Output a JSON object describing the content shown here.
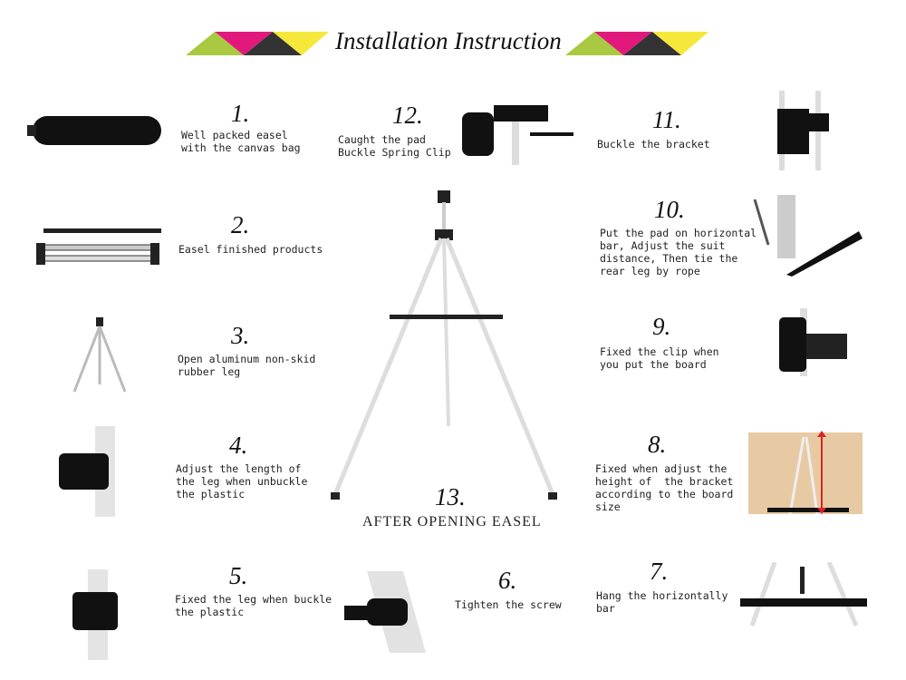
{
  "title": "Installation Instruction",
  "colors": {
    "green": "#a8c940",
    "magenta": "#e2197c",
    "dark": "#333333",
    "yellow": "#f5e83a"
  },
  "steps": [
    {
      "num": "1.",
      "text": "Well packed easel\nwith the canvas bag"
    },
    {
      "num": "2.",
      "text": "Easel finished products"
    },
    {
      "num": "3.",
      "text": "Open aluminum non-skid\nrubber leg"
    },
    {
      "num": "4.",
      "text": "Adjust the length of\nthe leg when unbuckle\nthe plastic"
    },
    {
      "num": "5.",
      "text": "Fixed the leg when buckle\nthe plastic"
    },
    {
      "num": "6.",
      "text": "Tighten the screw"
    },
    {
      "num": "7.",
      "text": "Hang the horizontally\nbar"
    },
    {
      "num": "8.",
      "text": "Fixed when adjust the\nheight of  the bracket\naccording to the board\nsize"
    },
    {
      "num": "9.",
      "text": "Fixed the clip when\nyou put the board"
    },
    {
      "num": "10.",
      "text": "Put the pad on horizontal\nbar, Adjust the suit\ndistance, Then tie the\nrear leg by rope"
    },
    {
      "num": "11.",
      "text": "Buckle the bracket"
    },
    {
      "num": "12.",
      "text": "Caught the pad\nBuckle Spring Clip"
    },
    {
      "num": "13.",
      "text": "AFTER OPENING EASEL"
    }
  ]
}
